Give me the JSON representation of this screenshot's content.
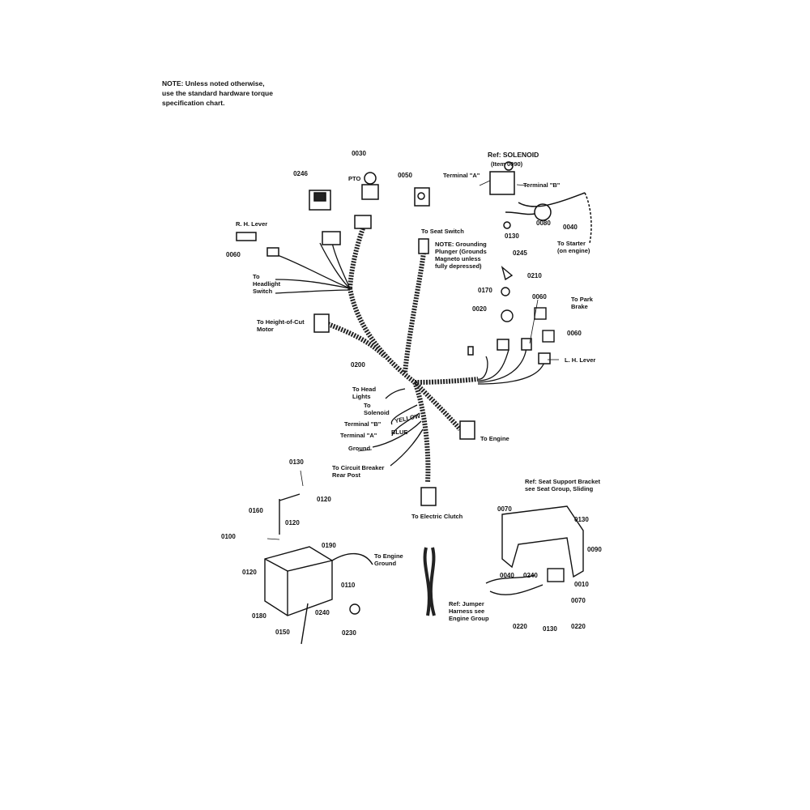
{
  "note": [
    "NOTE: Unless noted otherwise,",
    "use the standard hardware torque",
    "specification chart."
  ],
  "parts": {
    "p0030": "0030",
    "pto": "PTO",
    "p0246": "0246",
    "p0050": "0050",
    "rh_lever": "R. H. Lever",
    "p0060_a": "0060",
    "headlight_switch": [
      "To",
      "Headlight",
      "Switch"
    ],
    "height_of_cut": [
      "To Height-of-Cut",
      "Motor"
    ],
    "p0200": "0200",
    "seat_switch": "To Seat Switch",
    "grounding_note": [
      "NOTE: Grounding",
      "Plunger (Grounds",
      "Magneto unless",
      "fully depressed)"
    ],
    "ref_solenoid": "Ref: SOLENOID",
    "item_0090": "(Item 0090)",
    "terminal_a_top": "Terminal \"A\"",
    "terminal_b_top": "Terminal \"B\"",
    "p0080": "0080",
    "p0040_a": "0040",
    "p0130_a": "0130",
    "to_starter": [
      "To Starter",
      "(on engine)"
    ],
    "p0245": "0245",
    "p0210": "0210",
    "p0170": "0170",
    "p0020": "0020",
    "p0060_b": "0060",
    "to_park_brake": [
      "To Park",
      "Brake"
    ],
    "p0060_c": "0060",
    "lh_lever": "L. H. Lever",
    "to_head_lights": [
      "To Head",
      "Lights"
    ],
    "to_solenoid": [
      "To",
      "Solenoid"
    ],
    "terminal_b_mid": "Terminal \"B\"",
    "terminal_a_mid": "Terminal \"A\"",
    "yellow": "YELLOW",
    "blue": "BLUE",
    "ground": "Ground",
    "circuit_breaker": [
      "To Circuit Breaker",
      "Rear Post"
    ],
    "to_engine": "To Engine",
    "electric_clutch": "To  Electric Clutch",
    "p0130_b": "0130",
    "p0120_a": "0120",
    "p0160": "0160",
    "p0120_b": "0120",
    "p0100": "0100",
    "p0190": "0190",
    "to_engine_ground": [
      "To Engine",
      "Ground"
    ],
    "p0120_c": "0120",
    "p0110": "0110",
    "p0180": "0180",
    "p0240_a": "0240",
    "p0150": "0150",
    "p0230": "0230",
    "jumper": [
      "Ref: Jumper",
      "Harness see",
      "Engine Group"
    ],
    "ref_seat": [
      "Ref: Seat Support Bracket",
      "see  Seat Group, Sliding"
    ],
    "p0070_a": "0070",
    "p0130_c": "0130",
    "p0090": "0090",
    "p0040_b": "0040",
    "p0240_b": "0240",
    "p0010": "0010",
    "p0070_b": "0070",
    "p0220_a": "0220",
    "p0130_d": "0130",
    "p0220_b": "0220"
  }
}
